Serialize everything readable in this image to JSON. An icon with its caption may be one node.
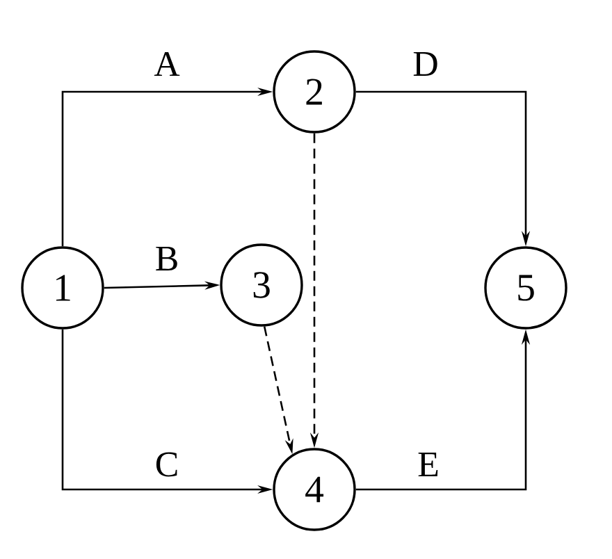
{
  "diagram": {
    "nodes": [
      {
        "text": [
          "1"
        ]
      },
      {
        "text": [
          "2"
        ]
      },
      {
        "text": [
          "3"
        ]
      },
      {
        "text": [
          "4"
        ]
      },
      {
        "text": [
          "5"
        ]
      }
    ],
    "edges": [
      {
        "from": 0,
        "to": 1,
        "arrow": "to",
        "label": "A"
      },
      {
        "from": 0,
        "to": 2,
        "arrow": "to",
        "label": "B"
      },
      {
        "from": 0,
        "to": 3,
        "arrow": "to",
        "label": "C"
      },
      {
        "from": 1,
        "to": 4,
        "arrow": "to",
        "label": "D"
      },
      {
        "from": 3,
        "to": 4,
        "arrow": "to",
        "label": "E"
      },
      {
        "from": 1,
        "to": 3,
        "arrow": "to",
        "style": "dashed"
      },
      {
        "from": 2,
        "to": 3,
        "arrow": "to",
        "style": "dashed"
      }
    ]
  }
}
